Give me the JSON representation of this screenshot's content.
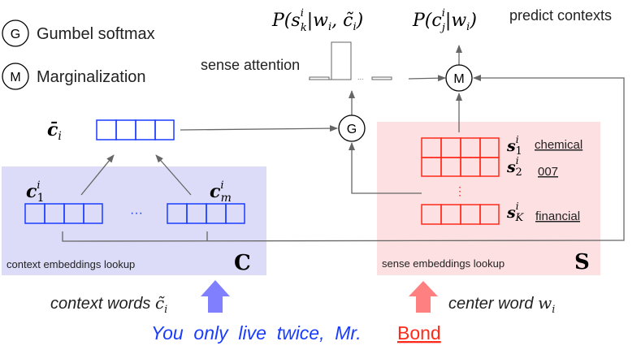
{
  "legend": [
    {
      "symbol": "G",
      "label": "Gumbel softmax"
    },
    {
      "symbol": "M",
      "label": "Marginalization"
    }
  ],
  "formulas": {
    "sense_prob": {
      "base": "P(s",
      "sup": "i",
      "sub": "k",
      "rest": "|w",
      "rest_sub": "i",
      "rest2": ", c̃",
      "rest2_sub": "i",
      "close": ")"
    },
    "context_prob": {
      "base": "P(c",
      "sup": "i",
      "sub": "j",
      "rest": "|w",
      "rest_sub": "i",
      "close": ")"
    }
  },
  "labels": {
    "predict_contexts": "predict contexts",
    "sense_attention": "sense attention",
    "attention_dots": "...",
    "c_bar": "c̄",
    "c_bar_sub": "i",
    "c1": "c",
    "c1_sup": "i",
    "c1_sub": "1",
    "cm": "c",
    "cm_sup": "i",
    "cm_sub": "m",
    "context_dots": "···",
    "context_lookup": "context embeddings lookup",
    "context_matrix": "C",
    "sense_lookup": "sense embeddings lookup",
    "sense_matrix": "S",
    "sense_vdots": "⋮",
    "context_words": "context words",
    "context_words_sym": "c̃",
    "context_words_sub": "i",
    "center_word": "center word",
    "center_word_sym": "w",
    "center_word_sub": "i"
  },
  "senses": [
    {
      "sym": "s",
      "sup": "i",
      "sub": "1",
      "word": "chemical"
    },
    {
      "sym": "s",
      "sup": "i",
      "sub": "2",
      "word": "007"
    },
    {
      "sym": "s",
      "sup": "i",
      "sub": "K",
      "word": "financial"
    }
  ],
  "sentence": {
    "context": "You  only  live  twice,  Mr.",
    "center": "Bond"
  },
  "attention_weights": [
    0.05,
    1.0,
    0.05
  ],
  "colors": {
    "context_blue": "#1a3cff",
    "sense_red": "#ff2a1a",
    "context_bg": "#dcdcf8",
    "sense_bg": "#fde0e2",
    "arrow_blue": "#8080ff",
    "arrow_red": "#ff8080"
  }
}
